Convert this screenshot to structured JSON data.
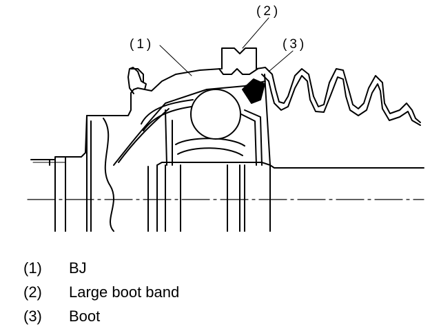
{
  "diagram": {
    "callouts": [
      {
        "id": "1",
        "label": "(1)"
      },
      {
        "id": "2",
        "label": "(2)"
      },
      {
        "id": "3",
        "label": "(3)"
      }
    ]
  },
  "legend": [
    {
      "num": "(1)",
      "text": "BJ"
    },
    {
      "num": "(2)",
      "text": "Large boot band"
    },
    {
      "num": "(3)",
      "text": "Boot"
    }
  ]
}
